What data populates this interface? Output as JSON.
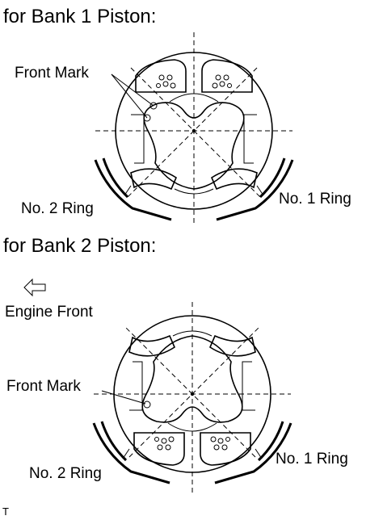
{
  "headings": {
    "bank1": "for Bank 1 Piston:",
    "bank2": "for Bank 2 Piston:"
  },
  "labels": {
    "front_mark": "Front Mark",
    "no1_ring": "No. 1 Ring",
    "no2_ring": "No. 2 Ring",
    "engine_front": "Engine Front",
    "corner_code": "T"
  },
  "icons": {
    "engine_front_arrow": "hollow-left-arrow-icon"
  }
}
